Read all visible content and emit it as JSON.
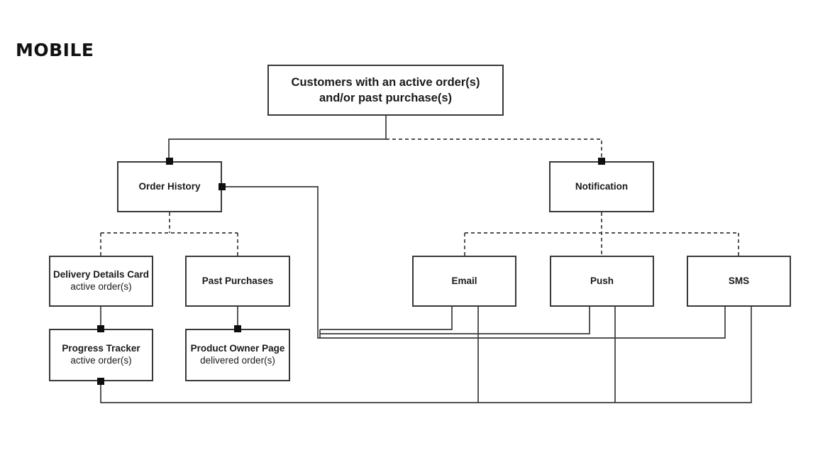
{
  "page": {
    "label": "MOBILE"
  },
  "colors": {
    "background": "#ffffff",
    "box_fill": "#ffffff",
    "box_border": "#383838",
    "line": "#3a3a3a",
    "connector_handle": "#0f0f0f",
    "text": "#1a1a1a"
  },
  "diagram": {
    "nodes": {
      "root": {
        "title": "Customers with an active order(s) and/or past purchase(s)"
      },
      "order_history": {
        "title": "Order History"
      },
      "notification": {
        "title": "Notification"
      },
      "delivery_details": {
        "title": "Delivery Details Card",
        "subtitle": "active order(s)"
      },
      "past_purchases": {
        "title": "Past Purchases"
      },
      "email": {
        "title": "Email"
      },
      "push": {
        "title": "Push"
      },
      "sms": {
        "title": "SMS"
      },
      "progress_tracker": {
        "title": "Progress Tracker",
        "subtitle": "active order(s)"
      },
      "product_owner_page": {
        "title": "Product Owner Page",
        "subtitle": "delivered order(s)"
      }
    },
    "edges": [
      {
        "from": "root",
        "to": "order_history",
        "style": "solid"
      },
      {
        "from": "root",
        "to": "notification",
        "style": "dashed"
      },
      {
        "from": "order_history",
        "to": "delivery_details",
        "style": "dashed"
      },
      {
        "from": "order_history",
        "to": "past_purchases",
        "style": "dashed"
      },
      {
        "from": "notification",
        "to": "email",
        "style": "dashed"
      },
      {
        "from": "notification",
        "to": "push",
        "style": "dashed"
      },
      {
        "from": "notification",
        "to": "sms",
        "style": "dashed"
      },
      {
        "from": "email",
        "to": "order_history",
        "style": "solid"
      },
      {
        "from": "push",
        "to": "order_history",
        "style": "solid"
      },
      {
        "from": "sms",
        "to": "order_history",
        "style": "solid"
      },
      {
        "from": "delivery_details",
        "to": "progress_tracker",
        "style": "solid"
      },
      {
        "from": "past_purchases",
        "to": "product_owner_page",
        "style": "solid"
      },
      {
        "from": "email",
        "to": "progress_tracker",
        "style": "solid"
      },
      {
        "from": "push",
        "to": "progress_tracker",
        "style": "solid"
      },
      {
        "from": "sms",
        "to": "progress_tracker",
        "style": "solid"
      }
    ]
  }
}
